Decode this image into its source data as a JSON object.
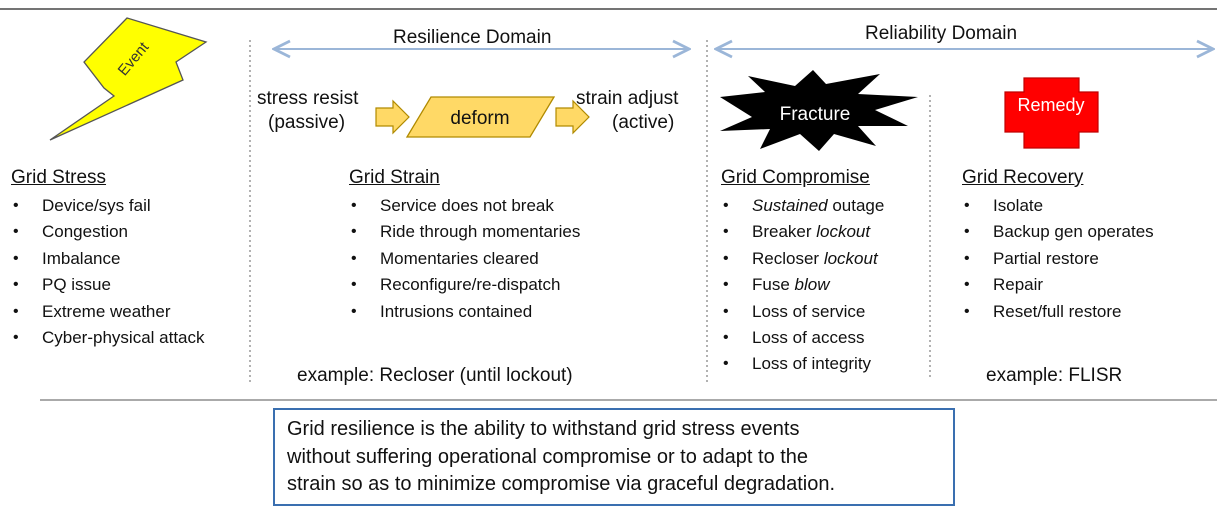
{
  "event": {
    "label": "Event"
  },
  "domains": {
    "resilience": "Resilience Domain",
    "reliability": "Reliability Domain"
  },
  "strain_flow": {
    "stress_resist": [
      "stress resist",
      "(passive)"
    ],
    "deform": "deform",
    "strain_adjust": [
      "strain adjust",
      "(active)"
    ]
  },
  "fracture": {
    "label": "Fracture"
  },
  "remedy": {
    "label": "Remedy"
  },
  "columns": {
    "stress": {
      "heading": "Grid Stress",
      "items": [
        "Device/sys fail",
        "Congestion",
        "Imbalance",
        "PQ issue",
        "Extreme weather",
        "Cyber-physical attack"
      ]
    },
    "strain": {
      "heading": "Grid Strain",
      "items": [
        "Service does not break",
        "Ride through momentaries",
        "Momentaries  cleared",
        "Reconfigure/re-dispatch",
        "Intrusions contained"
      ],
      "example": "example: Recloser (until lockout)"
    },
    "compromise": {
      "heading": "Grid Compromise",
      "items": [
        {
          "pre": "",
          "em": "Sustained",
          "post": " outage"
        },
        {
          "pre": "Breaker ",
          "em": "lockout",
          "post": ""
        },
        {
          "pre": "Recloser ",
          "em": "lockout",
          "post": ""
        },
        {
          "pre": "Fuse ",
          "em": "blow",
          "post": ""
        },
        {
          "pre": "Loss of service",
          "em": "",
          "post": ""
        },
        {
          "pre": "Loss of access",
          "em": "",
          "post": ""
        },
        {
          "pre": "Loss of integrity",
          "em": "",
          "post": ""
        }
      ]
    },
    "recovery": {
      "heading": "Grid Recovery",
      "items": [
        "Isolate",
        "Backup gen operates",
        "Partial restore",
        "Repair",
        "Reset/full restore"
      ],
      "example": "example: FLISR"
    }
  },
  "definition": {
    "lines": [
      "Grid resilience is the ability to withstand grid stress events",
      "without suffering operational compromise or to adapt to the",
      "strain so as to minimize compromise via graceful degradation."
    ]
  },
  "colors": {
    "event_fill": "#ffff00",
    "deform_fill": "#ffd966",
    "remedy_fill": "#ff0000",
    "domain_arrow": "#9bb6d8",
    "definition_border": "#3a6fb0"
  }
}
